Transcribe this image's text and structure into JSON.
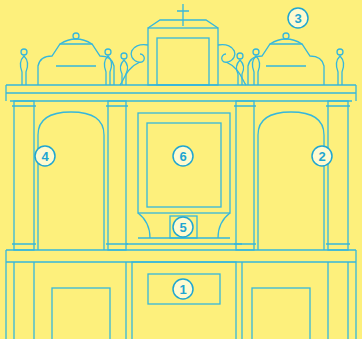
{
  "diagram": {
    "labels": [
      "3",
      "4",
      "6",
      "2",
      "5",
      "1"
    ]
  }
}
